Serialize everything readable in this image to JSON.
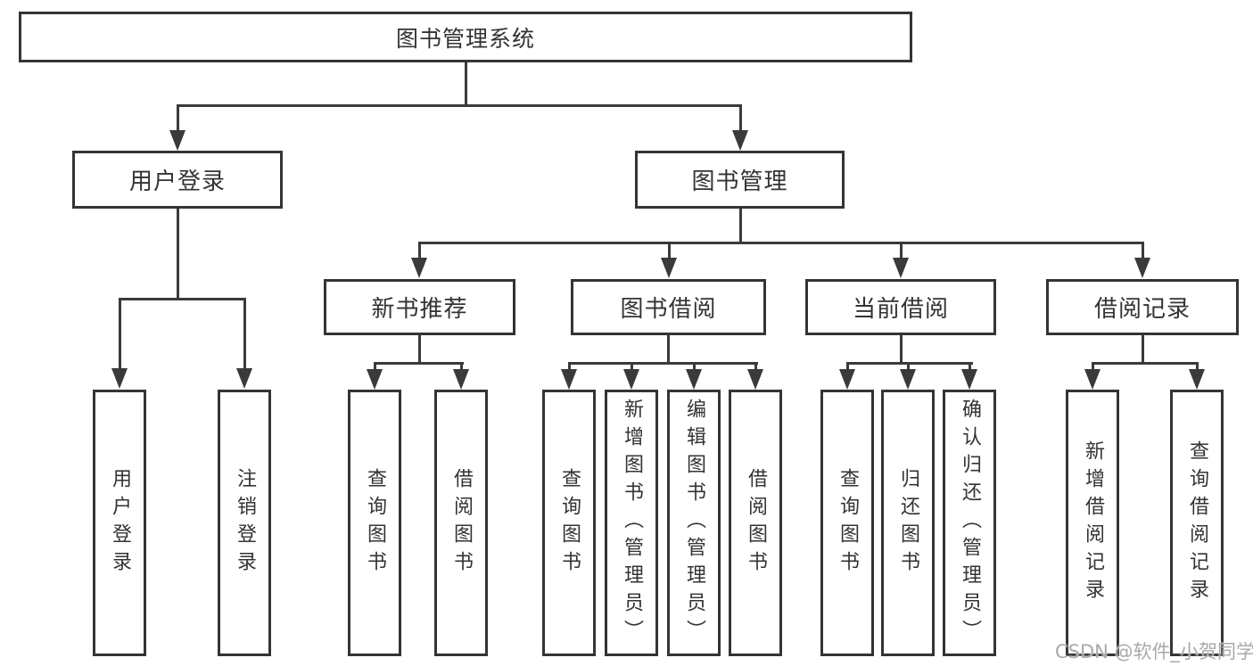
{
  "colors": {
    "line": "#3a3a3a",
    "box_border": "#343434",
    "text": "#333333",
    "background": "#ffffff",
    "watermark": "#a9a9a9"
  },
  "tree": {
    "root": {
      "label": "图书管理系统"
    },
    "branches": [
      {
        "label": "用户登录",
        "children": [
          {
            "label": "用户登录"
          },
          {
            "label": "注销登录"
          }
        ]
      },
      {
        "label": "图书管理",
        "children": [
          {
            "label": "新书推荐",
            "children": [
              {
                "label": "查询图书"
              },
              {
                "label": "借阅图书"
              }
            ]
          },
          {
            "label": "图书借阅",
            "children": [
              {
                "label": "查询图书"
              },
              {
                "label": "新增图书（管理员）"
              },
              {
                "label": "编辑图书（管理员）"
              },
              {
                "label": "借阅图书"
              }
            ]
          },
          {
            "label": "当前借阅",
            "children": [
              {
                "label": "查询图书"
              },
              {
                "label": "归还图书"
              },
              {
                "label": "确认归还（管理员）"
              }
            ]
          },
          {
            "label": "借阅记录",
            "children": [
              {
                "label": "新增借阅记录"
              },
              {
                "label": "查询借阅记录"
              }
            ]
          }
        ]
      }
    ]
  },
  "watermark": {
    "text": "CSDN @软件_小贺同学"
  }
}
